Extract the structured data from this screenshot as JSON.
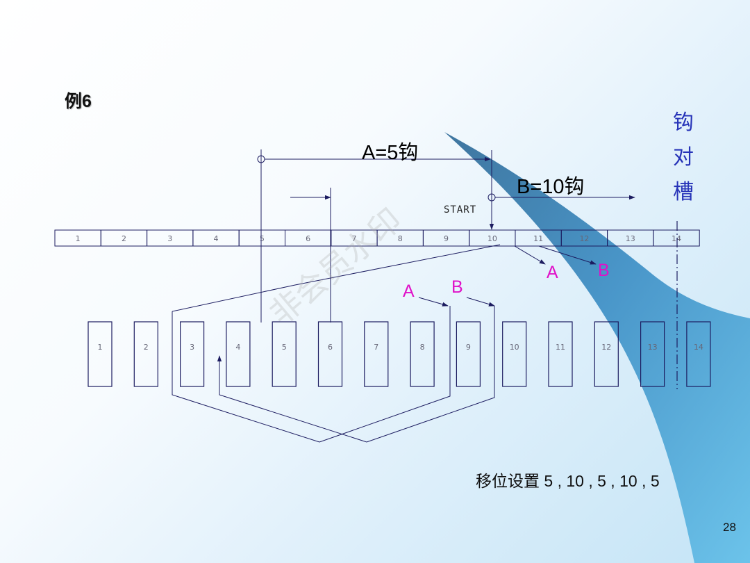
{
  "title": "例6",
  "hook_a_label": "A=5钩",
  "hook_b_label": "B=10钩",
  "start_label": "START",
  "side_label": "钩对槽",
  "bottom_note": "移位设置  5 , 10 , 5 , 10 , 5",
  "page_number": "28",
  "watermark": "非会员水印",
  "markers": {
    "a1": "A",
    "b1": "B",
    "a2": "A",
    "b2": "B"
  },
  "top_row_labels": [
    "1",
    "2",
    "3",
    "4",
    "5",
    "6",
    "7",
    "8",
    "9",
    "10",
    "11",
    "12",
    "13",
    "14"
  ],
  "slot_labels": [
    "1",
    "2",
    "3",
    "4",
    "5",
    "6",
    "7",
    "8",
    "9",
    "10",
    "11",
    "12",
    "13",
    "14"
  ],
  "colors": {
    "line": "#1c1c60",
    "magenta": "#e010c8",
    "side_text": "#2633b8",
    "swoosh_dark": "#1f5e8e",
    "swoosh_light": "#4cb3e4"
  }
}
